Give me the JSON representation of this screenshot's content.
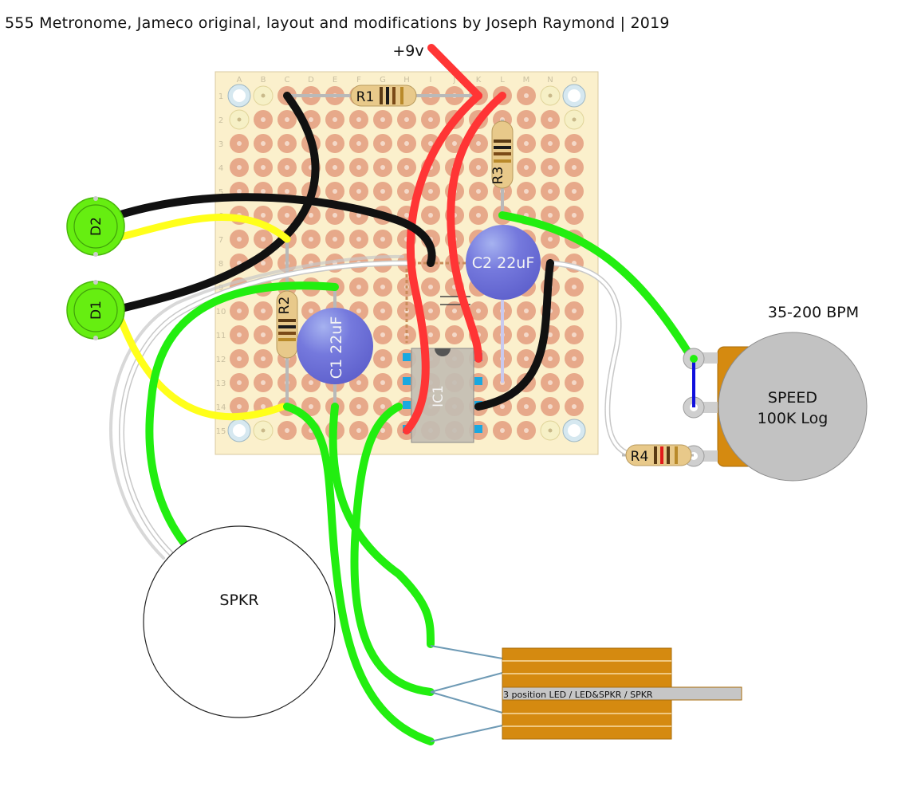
{
  "title": "555 Metronome, Jameco original, layout and modifications by Joseph Raymond | 2019",
  "supply_label": "+9v",
  "board": {
    "columns": [
      "A",
      "B",
      "C",
      "D",
      "E",
      "F",
      "G",
      "H",
      "I",
      "J",
      "K",
      "L",
      "M",
      "N",
      "O"
    ],
    "rows": [
      "1",
      "2",
      "3",
      "4",
      "5",
      "6",
      "7",
      "8",
      "9",
      "10",
      "11",
      "12",
      "13",
      "14",
      "15"
    ]
  },
  "components": {
    "r1": "R1",
    "r2": "R2",
    "r3": "R3",
    "r4": "R4",
    "c1": "C1 22uF",
    "c2": "C2 22uF",
    "ic1": "IC1",
    "d1": "D1",
    "d2": "D2",
    "speaker": "SPKR",
    "pot_range": "35-200 BPM",
    "pot_line1": "SPEED",
    "pot_line2": "100K Log",
    "switch": "3 position LED / LED&SPKR / SPKR"
  },
  "colors": {
    "board": "#fbf0cc",
    "pad": "#e7a98a",
    "wire_red": "#ff2e2e",
    "wire_black": "#111111",
    "wire_green": "#22ee10",
    "wire_yellow": "#ffff00",
    "capacitor": "#6b70d8",
    "led": "#66ee11",
    "pot_lug": "#d58a10"
  }
}
